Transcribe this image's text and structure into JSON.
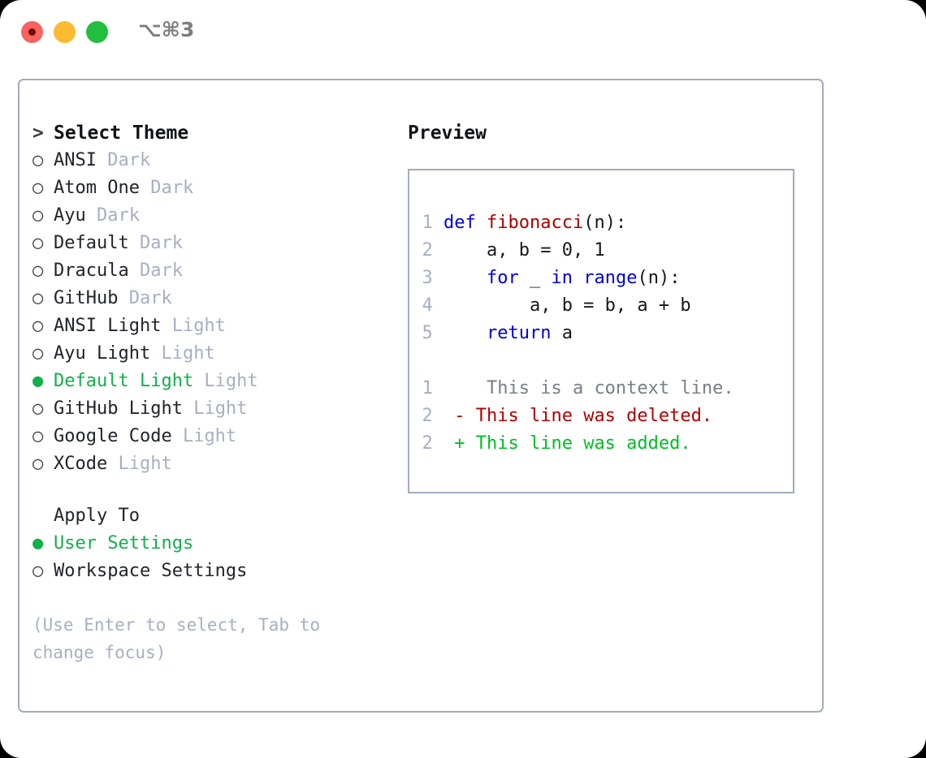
{
  "window": {
    "shortcut": "⌥⌘3",
    "traffic_lights": {
      "close": "#f9635e",
      "minimize": "#fcbb30",
      "maximize": "#22bf3f"
    }
  },
  "accent": {
    "selected_green": "#10b04a",
    "muted": "#a6b0c2",
    "border": "#a3acbd"
  },
  "theme_list": {
    "title": "Select Theme",
    "title_prefix": ">",
    "bullet_unselected": "○",
    "bullet_selected": "●",
    "items": [
      {
        "label": "ANSI",
        "tag": "Dark",
        "selected": false
      },
      {
        "label": "Atom One",
        "tag": "Dark",
        "selected": false
      },
      {
        "label": "Ayu",
        "tag": "Dark",
        "selected": false
      },
      {
        "label": "Default",
        "tag": "Dark",
        "selected": false
      },
      {
        "label": "Dracula",
        "tag": "Dark",
        "selected": false
      },
      {
        "label": "GitHub",
        "tag": "Dark",
        "selected": false
      },
      {
        "label": "ANSI Light",
        "tag": "Light",
        "selected": false
      },
      {
        "label": "Ayu Light",
        "tag": "Light",
        "selected": false
      },
      {
        "label": "Default Light",
        "tag": "Light",
        "selected": true
      },
      {
        "label": "GitHub Light",
        "tag": "Light",
        "selected": false
      },
      {
        "label": "Google Code",
        "tag": "Light",
        "selected": false
      },
      {
        "label": "XCode",
        "tag": "Light",
        "selected": false
      }
    ]
  },
  "apply_to": {
    "title": "Apply To",
    "items": [
      {
        "label": "User Settings",
        "selected": true
      },
      {
        "label": "Workspace Settings",
        "selected": false
      }
    ]
  },
  "hint": "(Use Enter to select, Tab to change focus)",
  "preview": {
    "title": "Preview",
    "code_lines": [
      {
        "num": "1",
        "tokens": [
          {
            "t": "def ",
            "c": "kw"
          },
          {
            "t": "fibonacci",
            "c": "fn"
          },
          {
            "t": "(n):",
            "c": "plain"
          }
        ]
      },
      {
        "num": "2",
        "tokens": [
          {
            "t": "    a, b = 0, 1",
            "c": "plain"
          }
        ]
      },
      {
        "num": "3",
        "tokens": [
          {
            "t": "    ",
            "c": "plain"
          },
          {
            "t": "for",
            "c": "kw"
          },
          {
            "t": " _ ",
            "c": "plain"
          },
          {
            "t": "in range",
            "c": "kw"
          },
          {
            "t": "(n):",
            "c": "plain"
          }
        ]
      },
      {
        "num": "4",
        "tokens": [
          {
            "t": "        a, b = b, a + b",
            "c": "plain"
          }
        ]
      },
      {
        "num": "5",
        "tokens": [
          {
            "t": "    ",
            "c": "plain"
          },
          {
            "t": "return",
            "c": "kw"
          },
          {
            "t": " a",
            "c": "plain"
          }
        ]
      }
    ],
    "diff_lines": [
      {
        "num": "1",
        "marker": " ",
        "text": "  This is a context line.",
        "kind": "ctx"
      },
      {
        "num": "2",
        "marker": "-",
        "text": " This line was deleted.",
        "kind": "del"
      },
      {
        "num": "2",
        "marker": "+",
        "text": " This line was added.",
        "kind": "add"
      }
    ]
  }
}
